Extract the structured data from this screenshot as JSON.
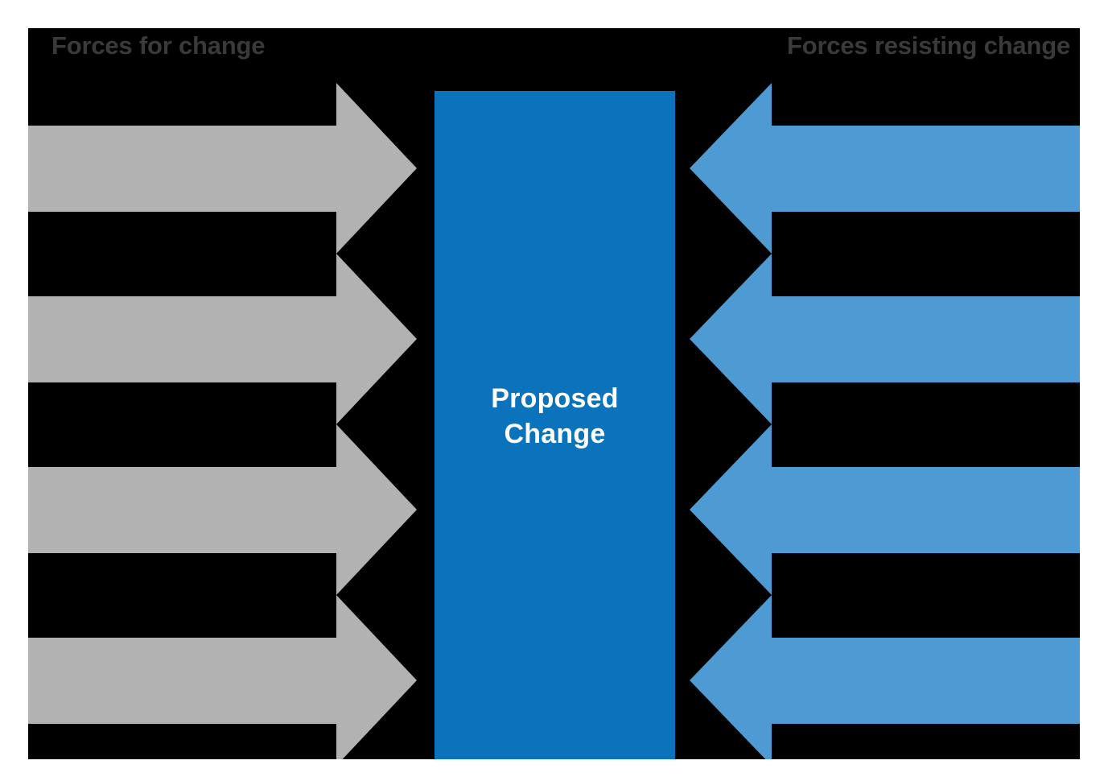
{
  "diagram": {
    "type": "force-field-analysis",
    "canvas": {
      "background_color": "#000000",
      "page_background_color": "#ffffff"
    },
    "headings": {
      "left": "Forces for change",
      "right": "Forces resisting change",
      "color": "#3a3a3a"
    },
    "center": {
      "label_line1": "Proposed",
      "label_line2": "Change",
      "fill_color": "#0b72bc",
      "text_color": "#ffffff"
    },
    "left_arrows": {
      "count": 4,
      "direction": "right",
      "fill_color": "#b2b2b2",
      "shaft_tops": [
        156,
        368,
        580,
        792
      ]
    },
    "right_arrows": {
      "count": 4,
      "direction": "left",
      "fill_color": "#4d9bd2",
      "shaft_tops": [
        156,
        368,
        580,
        792
      ]
    }
  }
}
